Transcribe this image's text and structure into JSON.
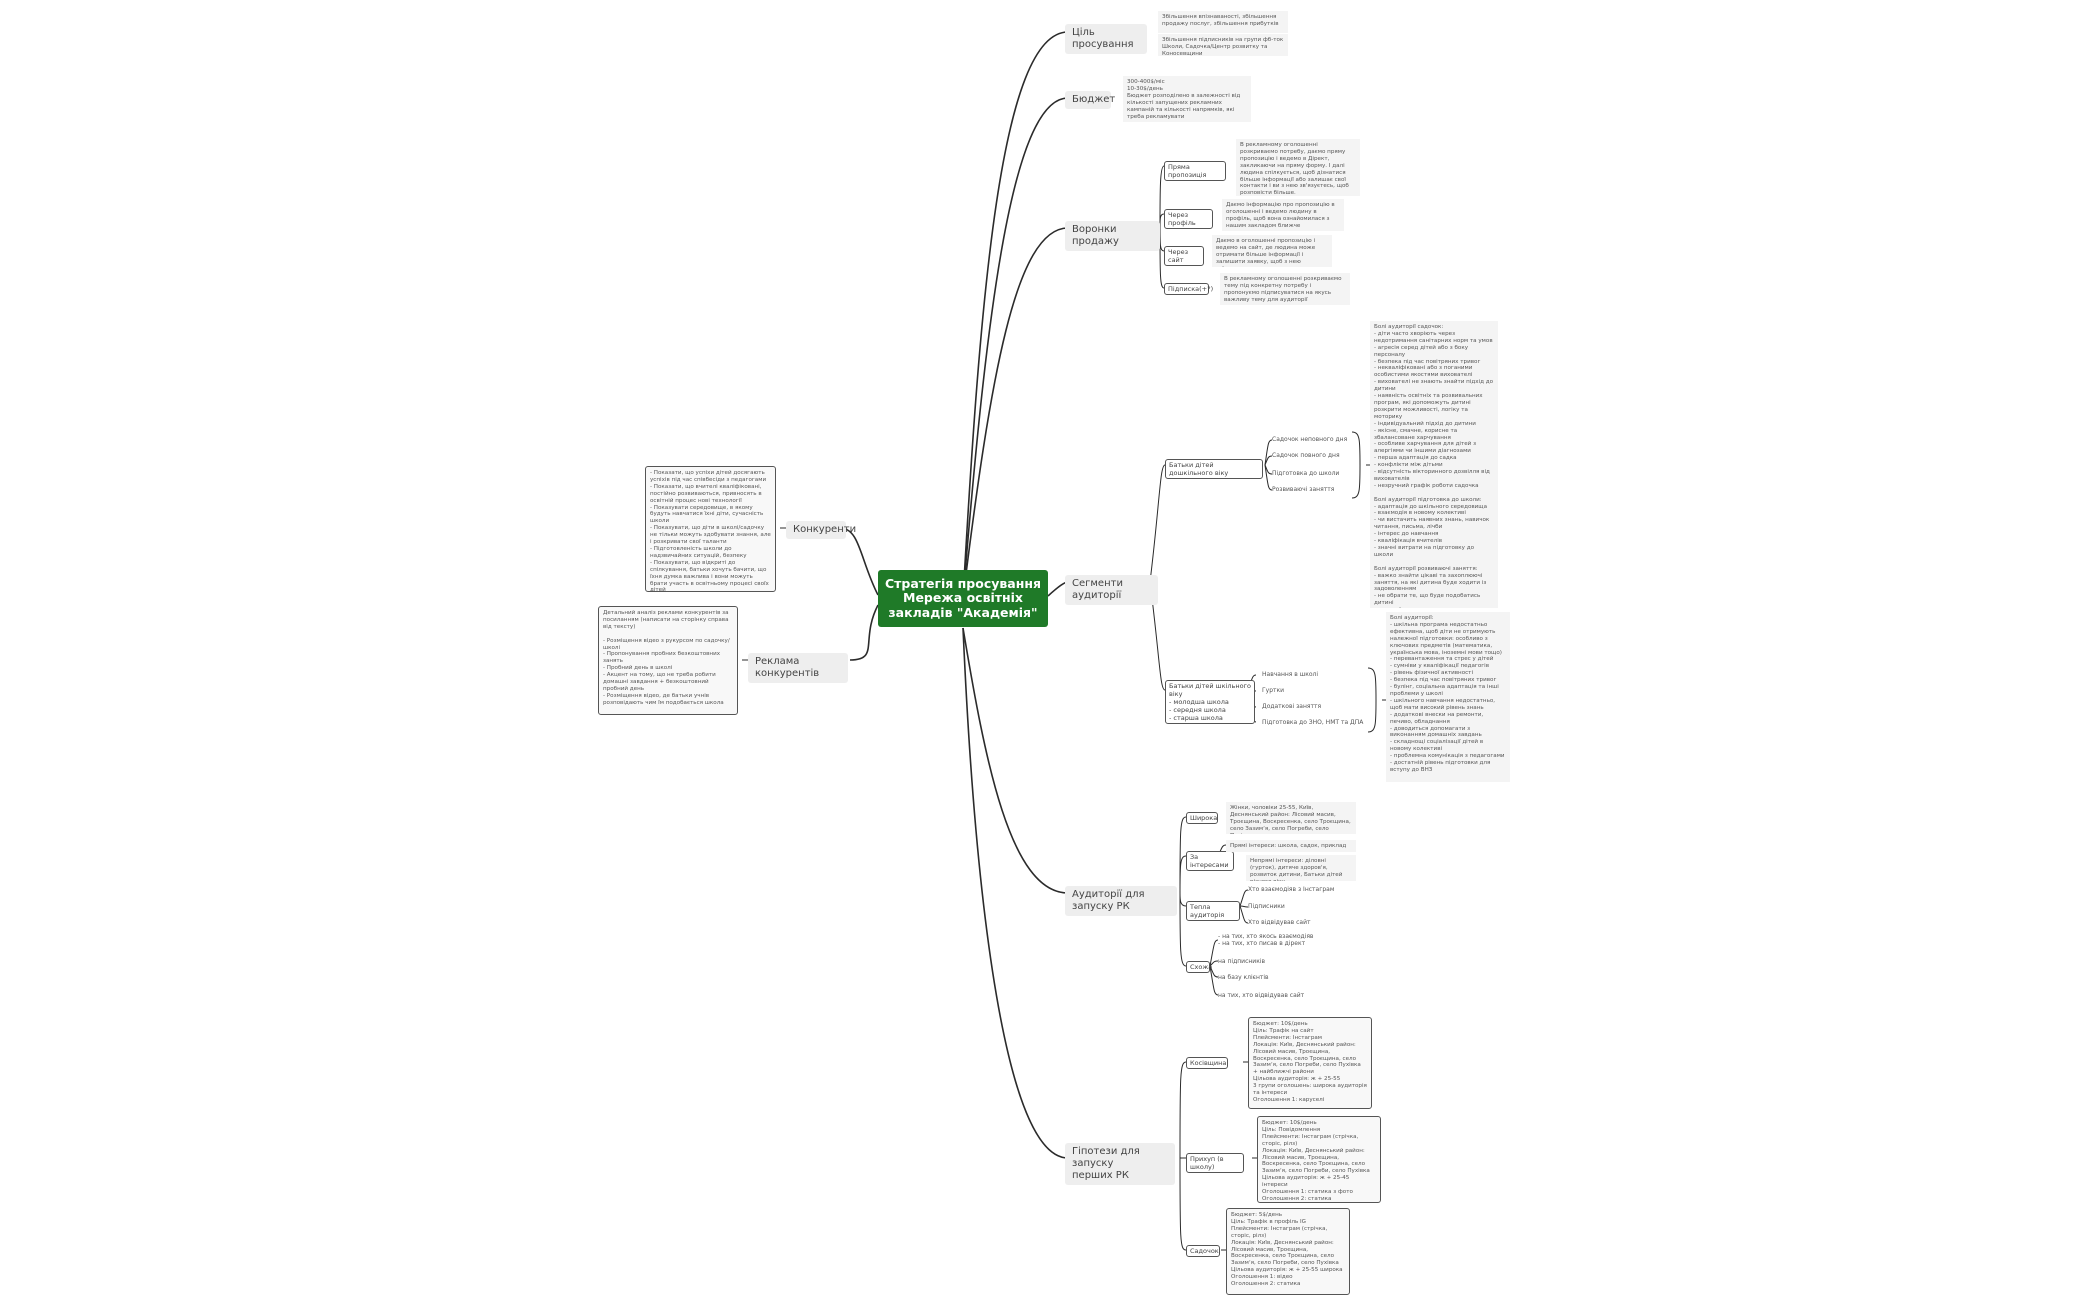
{
  "center": {
    "title": "Стратегія просування\nМережа освітніх\nзакладів \"Академія\""
  },
  "branches": {
    "goal": {
      "label": "Ціль просування",
      "notes": [
        "Збільшення впізнаваності, збільшення продажу послуг, збільшення прибутків",
        "Збільшення підписників на групи фб-ток Школи, Садочка/Центр розвитку та Коносевщини"
      ]
    },
    "budget": {
      "label": "Бюджет",
      "note": "300-400$/міс\n10-30$/день\nБюджет розподілено в залежності від кількості запущених рекламних кампаній та кількості напрямків, які треба рекламувати"
    },
    "funnels": {
      "label": "Воронки продажу",
      "items": [
        {
          "label": "Пряма пропозиція",
          "note": "В рекламному оголошенні розкриваємо потребу, даємо пряму пропозицію і ведемо в Дірект, закликаючи на пряму форму. І далі людина спілкується, щоб дізнатися більше інформації або залишає свої контакти і ви з нею зв'язуєтесь, щоб розповісти більше."
        },
        {
          "label": "Через профіль",
          "note": "Даємо інформацію про пропозицію в оголошенні і ведемо людину в профіль, щоб вона ознайомилася з нашим закладом ближче"
        },
        {
          "label": "Через сайт",
          "note": "Даємо в оголошенні пропозицію і ведемо на сайт, де людина може отримати більше інформації і залишити заявку, щоб з нею зв'язалися"
        },
        {
          "label": "Підписка(+?)",
          "note": "В рекламному оголошенні розкриваємо тему під конкретну потребу і пропонуємо підписуватися на якусь важливу тему для аудиторії"
        }
      ]
    },
    "segments": {
      "label": "Сегменти аудиторії",
      "preschool": {
        "label": "Батьки дітей дошкільного віку",
        "items": [
          "Садочок неповного дня",
          "Садочок повного дня",
          "Підготовка до школи",
          "Розвиваючі заняття"
        ],
        "note": "Болі аудиторії садочок:\n- діти часто хворіють через недотримання санітарних норм та умов\n- агресія серед дітей або з боку персоналу\n- безпека під час повітряних тривог\n- некваліфіковані або з поганими особистими якостями вихователі\n- вихователі не знають знайти підхід до дитини\n- наявність освітніх та розвивальних програм, які допоможуть дитині розкрити можливості, логіку та моторику\n- індивідуальний підхід до дитини\n- якісне, смачне, корисне та збалансоване харчування\n- особливе харчування для дітей з алергіями чи іншими діагнозами\n- перша адаптація до садка\n- конфлікти між дітьми\n- відсутність вікторинного дозвілля від вихователів\n- незручний графік роботи садочка\n\nБолі аудиторії підготовка до школи:\n- адаптація до шкільного середовища\n- взаємодія в новому колективі\n- чи вистачить наявних знань, навичок читання, письма, лічби\n- інтерес до навчання\n- кваліфікація вчителів\n- значні витрати на підготовку до школи\n\nБолі аудиторії розвиваючі заняття:\n- важко знайти цікаві та захоплюючі заняття, на які дитина буде ходити із задоволенням\n- не обрати те, що буде подобатись дитині\n- зручний час для занять"
      },
      "school": {
        "label": "Батьки дітей шкільного віку\n- молодша школа\n- середня школа\n- старша школа",
        "items": [
          "Навчання в школі",
          "Гуртки",
          "Додаткові заняття",
          "Підготовка до ЗНО, НМТ та ДПА"
        ],
        "note": "Болі аудиторії:\n- шкільна програма недостатньо ефективна, щоб діти не отримують належної підготовки: особливо з ключових предметів (математика, українська мова, іноземні мови тощо)\n- перевантаження та стрес у дітей\n- сумніви у кваліфікації педагогів\n- рівень фізичної активності\n- безпека під час повітряних тривог\n- булінг, соціальна адаптація та інші проблеми у школі\n- шкільного навчання недостатньо, щоб мати високий рівень знань\n- додаткові внески на ремонти, печиво, обладнання\n- доводиться допомагати з виконанням домашніх завдань\n- складнощі соціалізації дітей в новому колективі\n- проблемна комунікація з педагогами\n- достатній рівень підготовки для вступу до ВНЗ"
      }
    },
    "launch_audiences": {
      "label": "Аудиторії для запуску РК",
      "broad": {
        "label": "Широка",
        "note": "Жінки, чоловіки 25-55, Київ, Деснянський район: Лісовий масив, Троєщина, Воскресенка, село Троєщина, село Зазимʼя, село Погреби, село Пухівка"
      },
      "interests": {
        "label": "За інтересами",
        "notes": [
          "Прямі інтереси: школа, садок, приклад",
          "Непрямі інтереси: діловні (гурток), дитяче здоров'я, розвиток дитини, Батьки дітей різного віку"
        ]
      },
      "warm": {
        "label": "Тепла аудиторія",
        "items": [
          "Хто взаємодіяв з Інстаграм",
          "Підписники",
          "Хто відвідував сайт"
        ]
      },
      "lookalike": {
        "label": "Схожа",
        "items": [
          "- на тих, хто якось взаємодіяв\n- на тих, хто писав в дірект",
          "на підписників",
          "на базу клієнтів",
          "на тих, хто відвідував сайт"
        ]
      }
    },
    "hypotheses": {
      "label": "Гіпотези для запуску\nперших РК",
      "items": [
        {
          "label": "Косівщина",
          "note": "Бюджет: 10$/день\nЦіль: Трафік на сайт\nПлейсменти: Інстаграм\nЛокація: Київ, Деснянський район: Лісовий масив, Троєщина, Воскресенка, село Троєщина, село Зазимʼя, село Погреби, село Пухівка + найближчі райони\nЦільова аудиторія: ж + 25-55\n3 групи оголошень: широка аудиторія та інтереси\nОголошення 1: каруселі"
        },
        {
          "label": "Прихуп (в школу)",
          "note": "Бюджет: 10$/день\nЦіль: Повідомлення\nПлейсменти: Інстаграм (стрічка, сторіс, рілз)\nЛокація: Київ, Деснянський район: Лісовий масив, Троєщина, Воскресенка, село Троєщина, село Зазимʼя, село Погреби, село Пухівка\nЦільова аудиторія: ж + 25-45 інтереси\nОголошення 1: статика з фото\nОголошення 2: статика"
        },
        {
          "label": "Садочок",
          "note": "Бюджет: 5$/день\nЦіль: Трафік в профіль IG\nПлейсменти: Інстаграм (стрічка, сторіс, рілз)\nЛокація: Київ, Деснянський район: Лісовий масив, Троєщина, Воскресенка, село Троєщина, село Зазимʼя, село Погреби, село Пухівка\nЦільова аудиторія: ж + 25-55 широка\nОголошення 1: відео\nОголошення 2: статика"
        }
      ]
    },
    "competitors": {
      "label": "Конкуренти",
      "note": "- Показати, що успіхи дітей досягають успіхів під час співбесіди з педагогами\n- Показати, що вчителі кваліфіковані, постійно розвиваються, привносять в освітній процес нові технології\n- Показувати середовище, в якому будуть навчатися їхні діти, сучасність школи\n- Показувати, що діти в школі/садочку не тільки можуть здобувати знання, але і розкривати свої таланти\n- Підготовленість школи до надзвичайних ситуацій, безпеку\n- Показувати, що відкриті до спілкування, батьки хочуть бачити, що їхня думка важлива і вони можуть брати участь в освітньому процесі своїх дітей"
    },
    "competitor_ads": {
      "label": "Реклама конкурентів",
      "note": "Детальний аналіз реклами конкурентів за посиланням (написати на сторінку справа від тексту)\n\n- Розміщення відео з рукурсом по садочку/ школі\n- Пропонування пробних безкоштовних занять\n- Пробний день в школі\n- Акцент на тому, що не треба робити домашні завдання + безкоштовний пробний день\n- Розміщення відео, де батьки учнів розповідають чим їм подобається школа"
    }
  }
}
